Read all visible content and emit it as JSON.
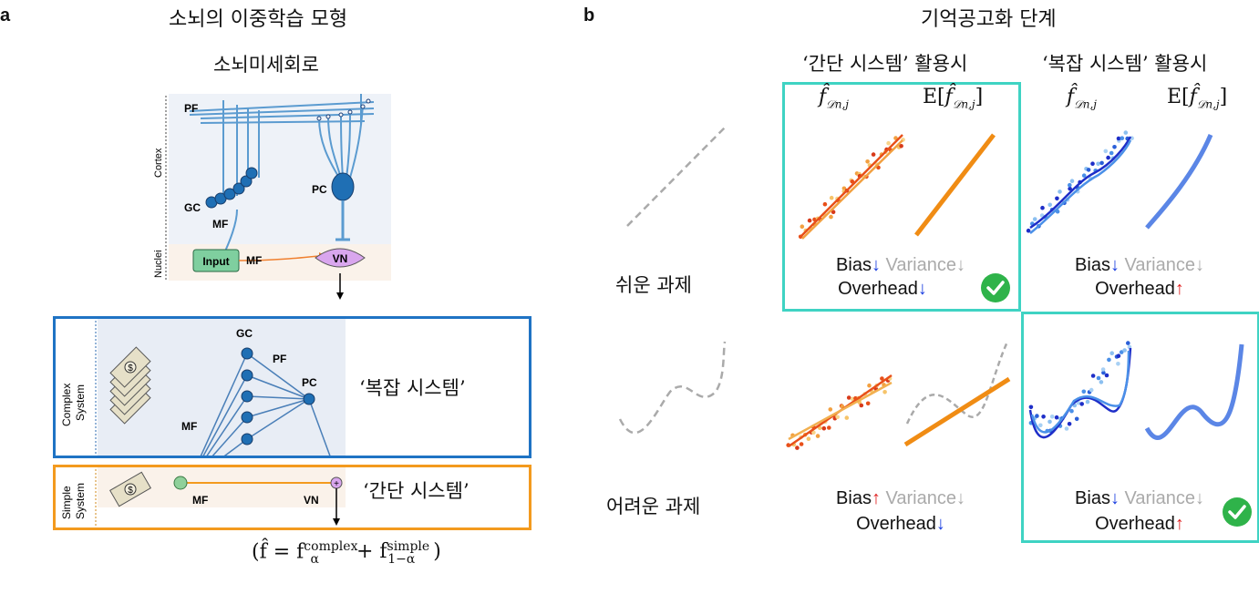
{
  "panel_a": {
    "letter": "a",
    "title": "소뇌의 이중학습 모형",
    "subtitle": "소뇌미세회로",
    "circuit": {
      "pf": "PF",
      "gc": "GC",
      "mf": "MF",
      "pc": "PC",
      "vn": "VN",
      "input": "Input",
      "cortex": "Cortex",
      "nuclei": "Nuclei"
    },
    "complex_box": {
      "side_label_1": "Complex",
      "side_label_2": "System",
      "gc": "GC",
      "pf": "PF",
      "pc": "PC",
      "mf": "MF",
      "label": "‘복잡 시스템’",
      "color": "#1f73c4"
    },
    "simple_box": {
      "side_label_1": "Simple",
      "side_label_2": "System",
      "mf": "MF",
      "vn": "VN",
      "label": "‘간단 시스템’",
      "color": "#f39a1e"
    },
    "formula": "(f̂ = f",
    "formula_complex_sup": "complex",
    "formula_complex_sub": "α",
    "formula_plus": "+ f",
    "formula_simple_sup": "simple",
    "formula_simple_sub": "1−α",
    "formula_close": ")"
  },
  "panel_b": {
    "letter": "b",
    "title": "기억공고화 단계",
    "col_simple": "‘간단 시스템’ 활용시",
    "col_complex": "‘복잡 시스템’ 활용시",
    "row_easy": "쉬운 과제",
    "row_hard": "어려운 과제",
    "f_hat": "f̂",
    "f_sub": "𝒟n,j",
    "expectation_prefix": "E[",
    "expectation_suffix": "]",
    "cells": {
      "easy_simple": {
        "bias": "Bias",
        "bias_arrow": "↓",
        "variance": "Variance↓",
        "overhead": "Overhead",
        "overhead_arrow": "↓"
      },
      "easy_complex": {
        "bias": "Bias",
        "bias_arrow": "↓",
        "variance": "Variance↓",
        "overhead": "Overhead",
        "overhead_arrow": "↑"
      },
      "hard_simple": {
        "bias": "Bias",
        "bias_arrow": "↑",
        "variance": "Variance↓",
        "overhead": "Overhead",
        "overhead_arrow": "↓"
      },
      "hard_complex": {
        "bias": "Bias",
        "bias_arrow": "↓",
        "variance": "Variance↓",
        "overhead": "Overhead",
        "overhead_arrow": "↑"
      }
    },
    "highlight_color": "#3fd3c3",
    "check_color": "#2fb34a"
  }
}
